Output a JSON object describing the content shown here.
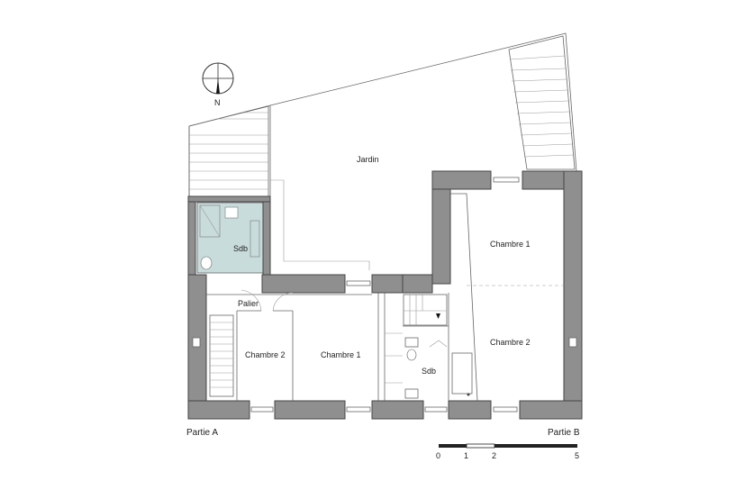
{
  "compass": {
    "north_label": "N"
  },
  "rooms": {
    "jardin": "Jardin",
    "sdb_a": "Sdb",
    "palier": "Palier",
    "chambre2_a": "Chambre 2",
    "chambre1_a": "Chambre 1",
    "chambre1_b": "Chambre 1",
    "chambre2_b": "Chambre 2",
    "sdb_b": "Sdb"
  },
  "parts": {
    "a": "Partie A",
    "b": "Partie B"
  },
  "scale_bar": {
    "labels": [
      "0",
      "1",
      "2",
      "5"
    ]
  },
  "colors": {
    "wall": "#8f8f8f",
    "bathroom_tint": "#c9dcdc",
    "line": "#666666"
  }
}
